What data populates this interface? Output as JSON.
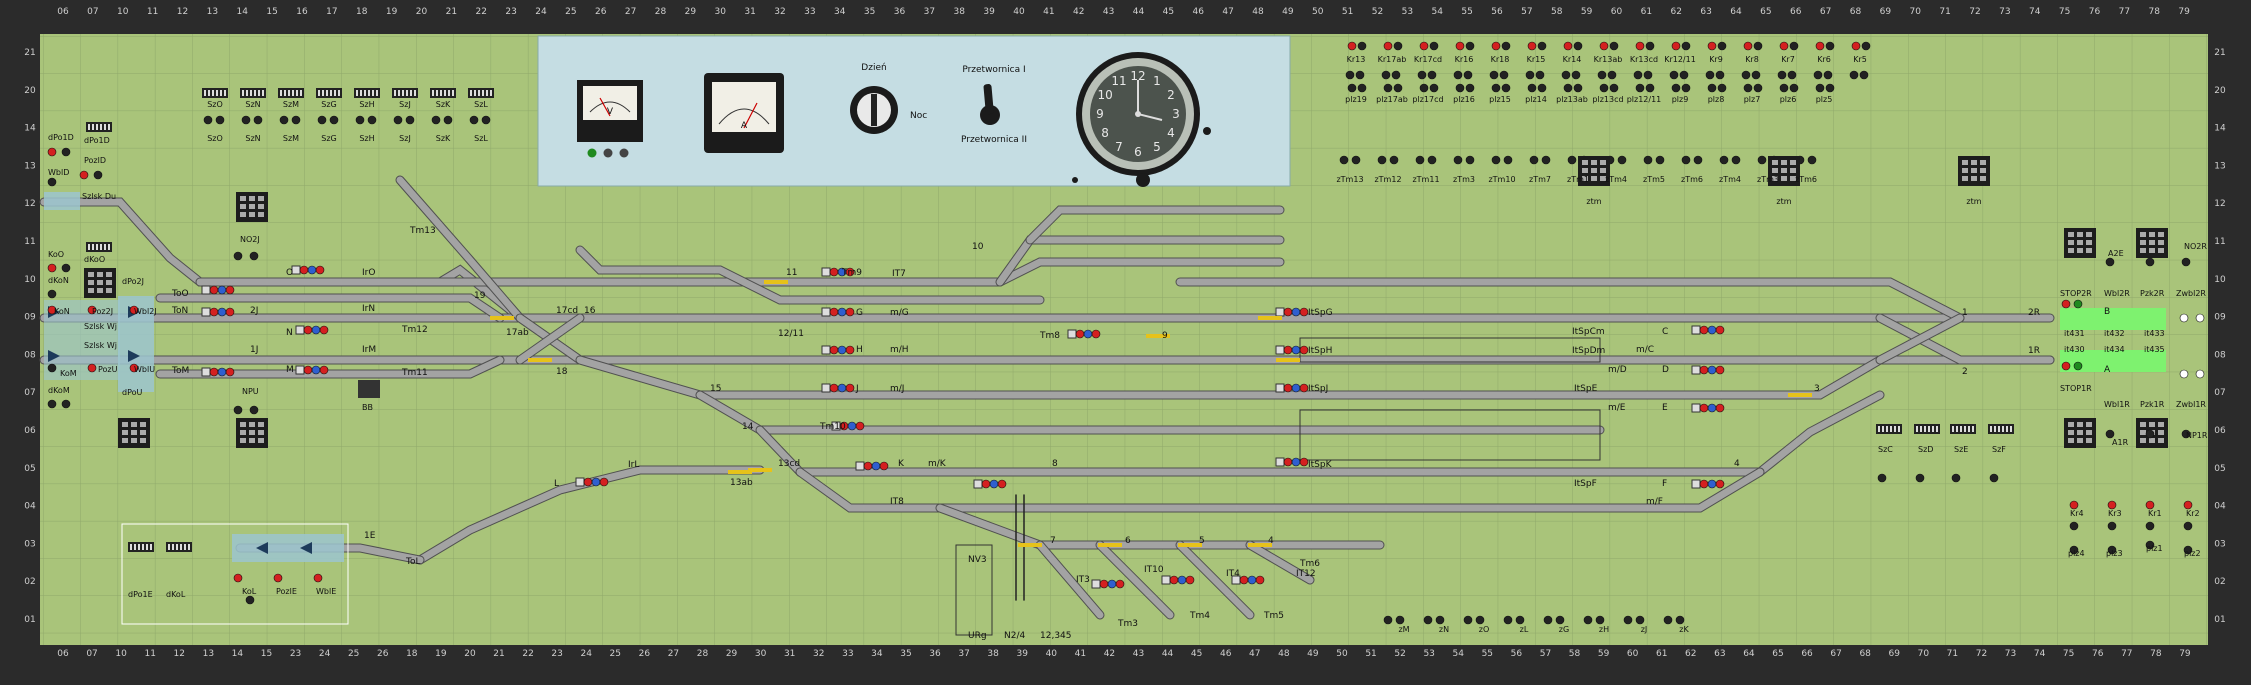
{
  "colors": {
    "board": "#a9c47a",
    "frame": "#2b2b2b",
    "grid": "#8fa86a",
    "track": "#7a7a7a",
    "track_edge": "#505050",
    "panel": "#c5dde3",
    "platform": "#9cc6cf",
    "red": "#d42020",
    "green": "#1f8a1f",
    "blue": "#2f5fcf",
    "orange": "#e08a1a",
    "highlight": "#7ef26f",
    "yellow": "#e6c21a"
  },
  "ruler": {
    "top": [
      "06",
      "07",
      "10",
      "11",
      "12",
      "13",
      "14",
      "15",
      "16",
      "17",
      "18",
      "19",
      "20",
      "21",
      "22",
      "23",
      "24",
      "25",
      "26",
      "27",
      "28",
      "29",
      "30",
      "31",
      "32",
      "33",
      "34",
      "35",
      "36",
      "37",
      "38",
      "39",
      "40",
      "41",
      "42",
      "43",
      "44",
      "45",
      "46",
      "47",
      "48",
      "49",
      "50",
      "51",
      "52",
      "53",
      "54",
      "55",
      "56",
      "57",
      "58",
      "59",
      "60",
      "61",
      "62",
      "63",
      "64",
      "65",
      "66",
      "67",
      "68",
      "69",
      "70",
      "71",
      "72",
      "73",
      "74",
      "75",
      "76",
      "77",
      "78",
      "79"
    ],
    "bottom": [
      "06",
      "07",
      "10",
      "11",
      "12",
      "13",
      "14",
      "15",
      "23",
      "24",
      "25",
      "26",
      "18",
      "19",
      "20",
      "21",
      "22",
      "23",
      "24",
      "25",
      "26",
      "27",
      "28",
      "29",
      "30",
      "31",
      "32",
      "33",
      "34",
      "35",
      "36",
      "37",
      "38",
      "39",
      "40",
      "41",
      "42",
      "43",
      "44",
      "45",
      "46",
      "47",
      "48",
      "49",
      "50",
      "51",
      "52",
      "53",
      "54",
      "55",
      "56",
      "57",
      "58",
      "59",
      "60",
      "61",
      "62",
      "63",
      "64",
      "65",
      "66",
      "67",
      "68",
      "69",
      "70",
      "71",
      "72",
      "73",
      "74",
      "75",
      "76",
      "77",
      "78",
      "79"
    ],
    "left": [
      "21",
      "20",
      "14",
      "13",
      "12",
      "11",
      "10",
      "09",
      "08",
      "07",
      "06",
      "05",
      "04",
      "03",
      "02",
      "01"
    ],
    "right": [
      "21",
      "20",
      "14",
      "13",
      "12",
      "11",
      "10",
      "09",
      "08",
      "07",
      "06",
      "05",
      "04",
      "03",
      "02",
      "01"
    ]
  },
  "panel": {
    "volt_label": "V",
    "amp_label": "A",
    "day_label": "Dzień",
    "night_label": "Noc",
    "switch_top": "Przetwornica I",
    "switch_bottom": "Przetwornica II"
  },
  "top_buttons_left": [
    "SzO",
    "SzN",
    "SzM",
    "SzG",
    "SzH",
    "SzJ",
    "SzK",
    "SzL"
  ],
  "top_buttons_left_caps": [
    "SzO",
    "SzN",
    "SzM",
    "SzG",
    "SzH",
    "SzJ",
    "SzK",
    "SzL"
  ],
  "top_right_row1": [
    "Kr13",
    "Kr17ab",
    "Kr17cd",
    "Kr16",
    "Kr18",
    "Kr15",
    "Kr14",
    "Kr13ab",
    "Kr13cd",
    "Kr12/11",
    "Kr9",
    "Kr8",
    "Kr7",
    "Kr6",
    "Kr5"
  ],
  "top_right_row2": [
    "plz19",
    "plz17ab",
    "plz17cd",
    "plz16",
    "plz15",
    "plz14",
    "plz13ab",
    "plz13cd",
    "plz12/11",
    "plz9",
    "plz8",
    "plz7",
    "plz6",
    "plz5"
  ],
  "ztm_row": [
    "zTm13",
    "zTm12",
    "zTm11",
    "zTm3",
    "zTm10",
    "zTm7",
    "zTm1",
    "zTm4",
    "zTm5",
    "zTm6",
    "zTm4",
    "zTm3",
    "zTm6"
  ],
  "ztm_boxes": [
    "ztm",
    "ztm",
    "ztm"
  ],
  "left_labels": {
    "dPo1D": "dPo1D",
    "dPo1D_box": "dPo1D",
    "PozlD": "PozlD",
    "WblD": "WblD",
    "SzlskDu": "Szlsk Du",
    "KoO": "KoO",
    "dKoN": "dKoN",
    "dKoO": "dKoO",
    "dPo2J": "dPo2J",
    "KoN": "KoN",
    "Poz2J": "Poz2J",
    "Wbl2J": "Wbl2J",
    "SzlskWj": "Szlsk Wj",
    "SzlskWj2": "Szlsk Wj",
    "KoM": "KoM",
    "PozU": "PozU",
    "WblU": "WblU",
    "dPoU": "dPoU",
    "dKoM": "dKoM",
    "NO2J": "NO2J",
    "NPU": "NPU",
    "BB": "BB"
  },
  "left_track_labels": {
    "ToO": "ToO",
    "ToN": "ToN",
    "ToM": "ToM",
    "ToL": "ToL",
    "O": "O",
    "N": "N",
    "M": "M",
    "L": "L",
    "IrO": "IrO",
    "IrN": "IrN",
    "IrM": "IrM",
    "IrL": "IrL",
    "2J": "2J",
    "1J": "1J",
    "1E": "1E",
    "Tm13": "Tm13",
    "Tm12": "Tm12",
    "Tm11": "Tm11",
    "n19": "19",
    "n17ab": "17ab",
    "n17cd": "17cd",
    "n16": "16",
    "n18": "18",
    "n15": "15",
    "n14": "14",
    "n13ab": "13ab",
    "n13cd": "13cd",
    "n11": "11",
    "n12_11": "12/11"
  },
  "bottom_left": {
    "dPo1E": "dPo1E",
    "dKoL": "dKoL",
    "KoL": "KoL",
    "PozlE": "PozlE",
    "WblE": "WblE"
  },
  "center_labels": {
    "Tm9": "Tm9",
    "IT7": "IT7",
    "n10": "10",
    "Tm8": "Tm8",
    "n9": "9",
    "Tm10": "Tm10",
    "IT8": "IT8",
    "G": "G",
    "H": "H",
    "J": "J",
    "K": "K",
    "mG": "m/G",
    "mH": "m/H",
    "mJ": "m/J",
    "mK": "m/K",
    "n8": "8",
    "NV3": "NV3",
    "URg": "URg",
    "N24": "N2/4",
    "n12345": "12,345",
    "n7": "7",
    "n6": "6",
    "n5": "5",
    "n4": "4",
    "IT3": "IT3",
    "IT10": "IT10",
    "IT4": "IT4",
    "IT12": "IT12",
    "Tm3": "Tm3",
    "Tm4": "Tm4",
    "Tm5": "Tm5",
    "Tm6": "Tm6"
  },
  "right_labels": {
    "ItSpG": "ItSpG",
    "ItSpH": "ItSpH",
    "ItSpJ": "ItSpJ",
    "ItSpK": "ItSpK",
    "ItSpCm": "ItSpCm",
    "ItSpDm": "ItSpDm",
    "ItSpE": "ItSpE",
    "ItSpF": "ItSpF",
    "C": "C",
    "D": "D",
    "E": "E",
    "F": "F",
    "mC": "m/C",
    "mD": "m/D",
    "mE": "m/E",
    "mF": "m/F",
    "n1": "1",
    "n2": "2",
    "n3": "3",
    "n4r": "4",
    "R2": "2R",
    "R1": "1R",
    "B": "B",
    "A": "A",
    "STOP2R": "STOP2R",
    "STOP1R": "STOP1R",
    "A2E": "A2E",
    "Wbl2R": "Wbl2R",
    "Pzk2R": "Pzk2R",
    "Zwbl2R": "Zwbl2R",
    "NO2R": "NO2R",
    "A1R": "A1R",
    "Wbl1R": "Wbl1R",
    "Pzk1R": "Pzk1R",
    "Zwbl1R": "Zwbl1R",
    "NP1R": "NP1R",
    "it431": "it431",
    "it432": "it432",
    "it433": "it433",
    "it430": "it430",
    "it434": "it434",
    "it435": "it435",
    "SzC": "SzC",
    "SzD": "SzD",
    "SzE": "SzE",
    "SzF": "SzF",
    "Kr4": "Kr4",
    "Kr3": "Kr3",
    "Kr1": "Kr1",
    "Kr2": "Kr2",
    "plz4": "plz4",
    "plz3": "plz3",
    "plz1": "plz1",
    "plz2": "plz2"
  },
  "bottom_row": [
    "zM",
    "zN",
    "zO",
    "zL",
    "zG",
    "zH",
    "zJ",
    "zK"
  ]
}
